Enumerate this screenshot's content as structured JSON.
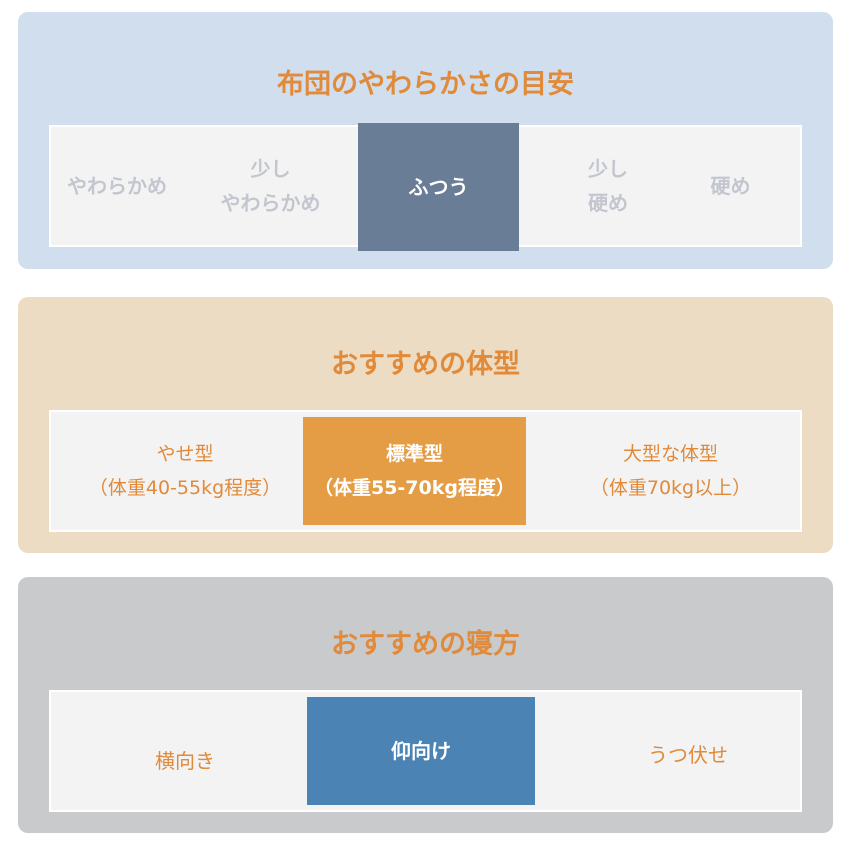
{
  "firmness": {
    "title": "布団のやわらかさの目安",
    "options": [
      {
        "line1": "やわらかめ",
        "line2": ""
      },
      {
        "line1": "少し",
        "line2": "やわらかめ"
      },
      {
        "line1": "ふつう",
        "line2": ""
      },
      {
        "line1": "少し",
        "line2": "硬め"
      },
      {
        "line1": "硬め",
        "line2": ""
      }
    ],
    "selected": "ふつう"
  },
  "body_type": {
    "title": "おすすめの体型",
    "options": [
      {
        "line1": "やせ型",
        "line2": "（体重40-55kg程度）"
      },
      {
        "line1": "標準型",
        "line2": "（体重55-70kg程度）"
      },
      {
        "line1": "大型な体型",
        "line2": "（体重70kg以上）"
      }
    ],
    "selected": "標準型"
  },
  "sleep_position": {
    "title": "おすすめの寝方",
    "options": [
      {
        "line1": "横向き"
      },
      {
        "line1": "仰向け"
      },
      {
        "line1": "うつ伏せ"
      }
    ],
    "selected": "仰向け"
  },
  "colors": {
    "title_orange": "#e08a3a",
    "firmness_bg": "#d0deed",
    "firmness_selected": "#6a7d96",
    "body_bg": "#ecdcc4",
    "body_selected": "#e49c45",
    "sleep_bg": "#c9cacc",
    "sleep_selected": "#4a83b4"
  }
}
